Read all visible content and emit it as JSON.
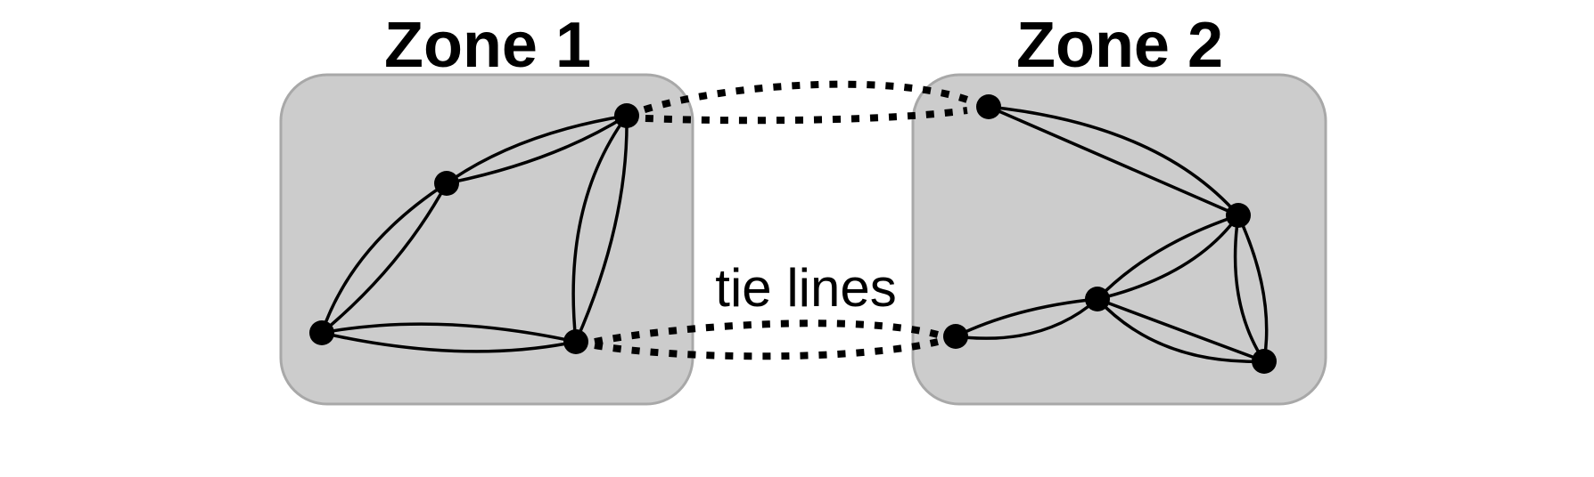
{
  "zones": [
    {
      "id": "zone-1",
      "title": "Zone 1"
    },
    {
      "id": "zone-2",
      "title": "Zone 2"
    }
  ],
  "tie_label": "tie lines",
  "colors": {
    "zone_fill": "#cccccc",
    "zone_border": "#a8a8a8",
    "line": "#000000",
    "background": "#ffffff"
  },
  "nodes": [
    {
      "id": "z1-top"
    },
    {
      "id": "z1-mid"
    },
    {
      "id": "z1-left"
    },
    {
      "id": "z1-bottom"
    },
    {
      "id": "z2-top"
    },
    {
      "id": "z2-right"
    },
    {
      "id": "z2-center"
    },
    {
      "id": "z2-left"
    },
    {
      "id": "z2-bottom"
    }
  ],
  "edges": [
    {
      "from": "z1-mid",
      "to": "z1-top",
      "count": 2
    },
    {
      "from": "z1-left",
      "to": "z1-mid",
      "count": 2
    },
    {
      "from": "z1-left",
      "to": "z1-bottom",
      "count": 2
    },
    {
      "from": "z1-bottom",
      "to": "z1-top",
      "count": 2
    },
    {
      "from": "z2-top",
      "to": "z2-right",
      "count": 2
    },
    {
      "from": "z2-center",
      "to": "z2-right",
      "count": 2
    },
    {
      "from": "z2-right",
      "to": "z2-bottom",
      "count": 2
    },
    {
      "from": "z2-left",
      "to": "z2-center",
      "count": 2
    },
    {
      "from": "z2-center",
      "to": "z2-bottom",
      "count": 2
    }
  ],
  "tie_lines": [
    {
      "from": "z1-top",
      "to": "z2-top",
      "count": 2
    },
    {
      "from": "z1-bottom",
      "to": "z2-left",
      "count": 2
    }
  ]
}
